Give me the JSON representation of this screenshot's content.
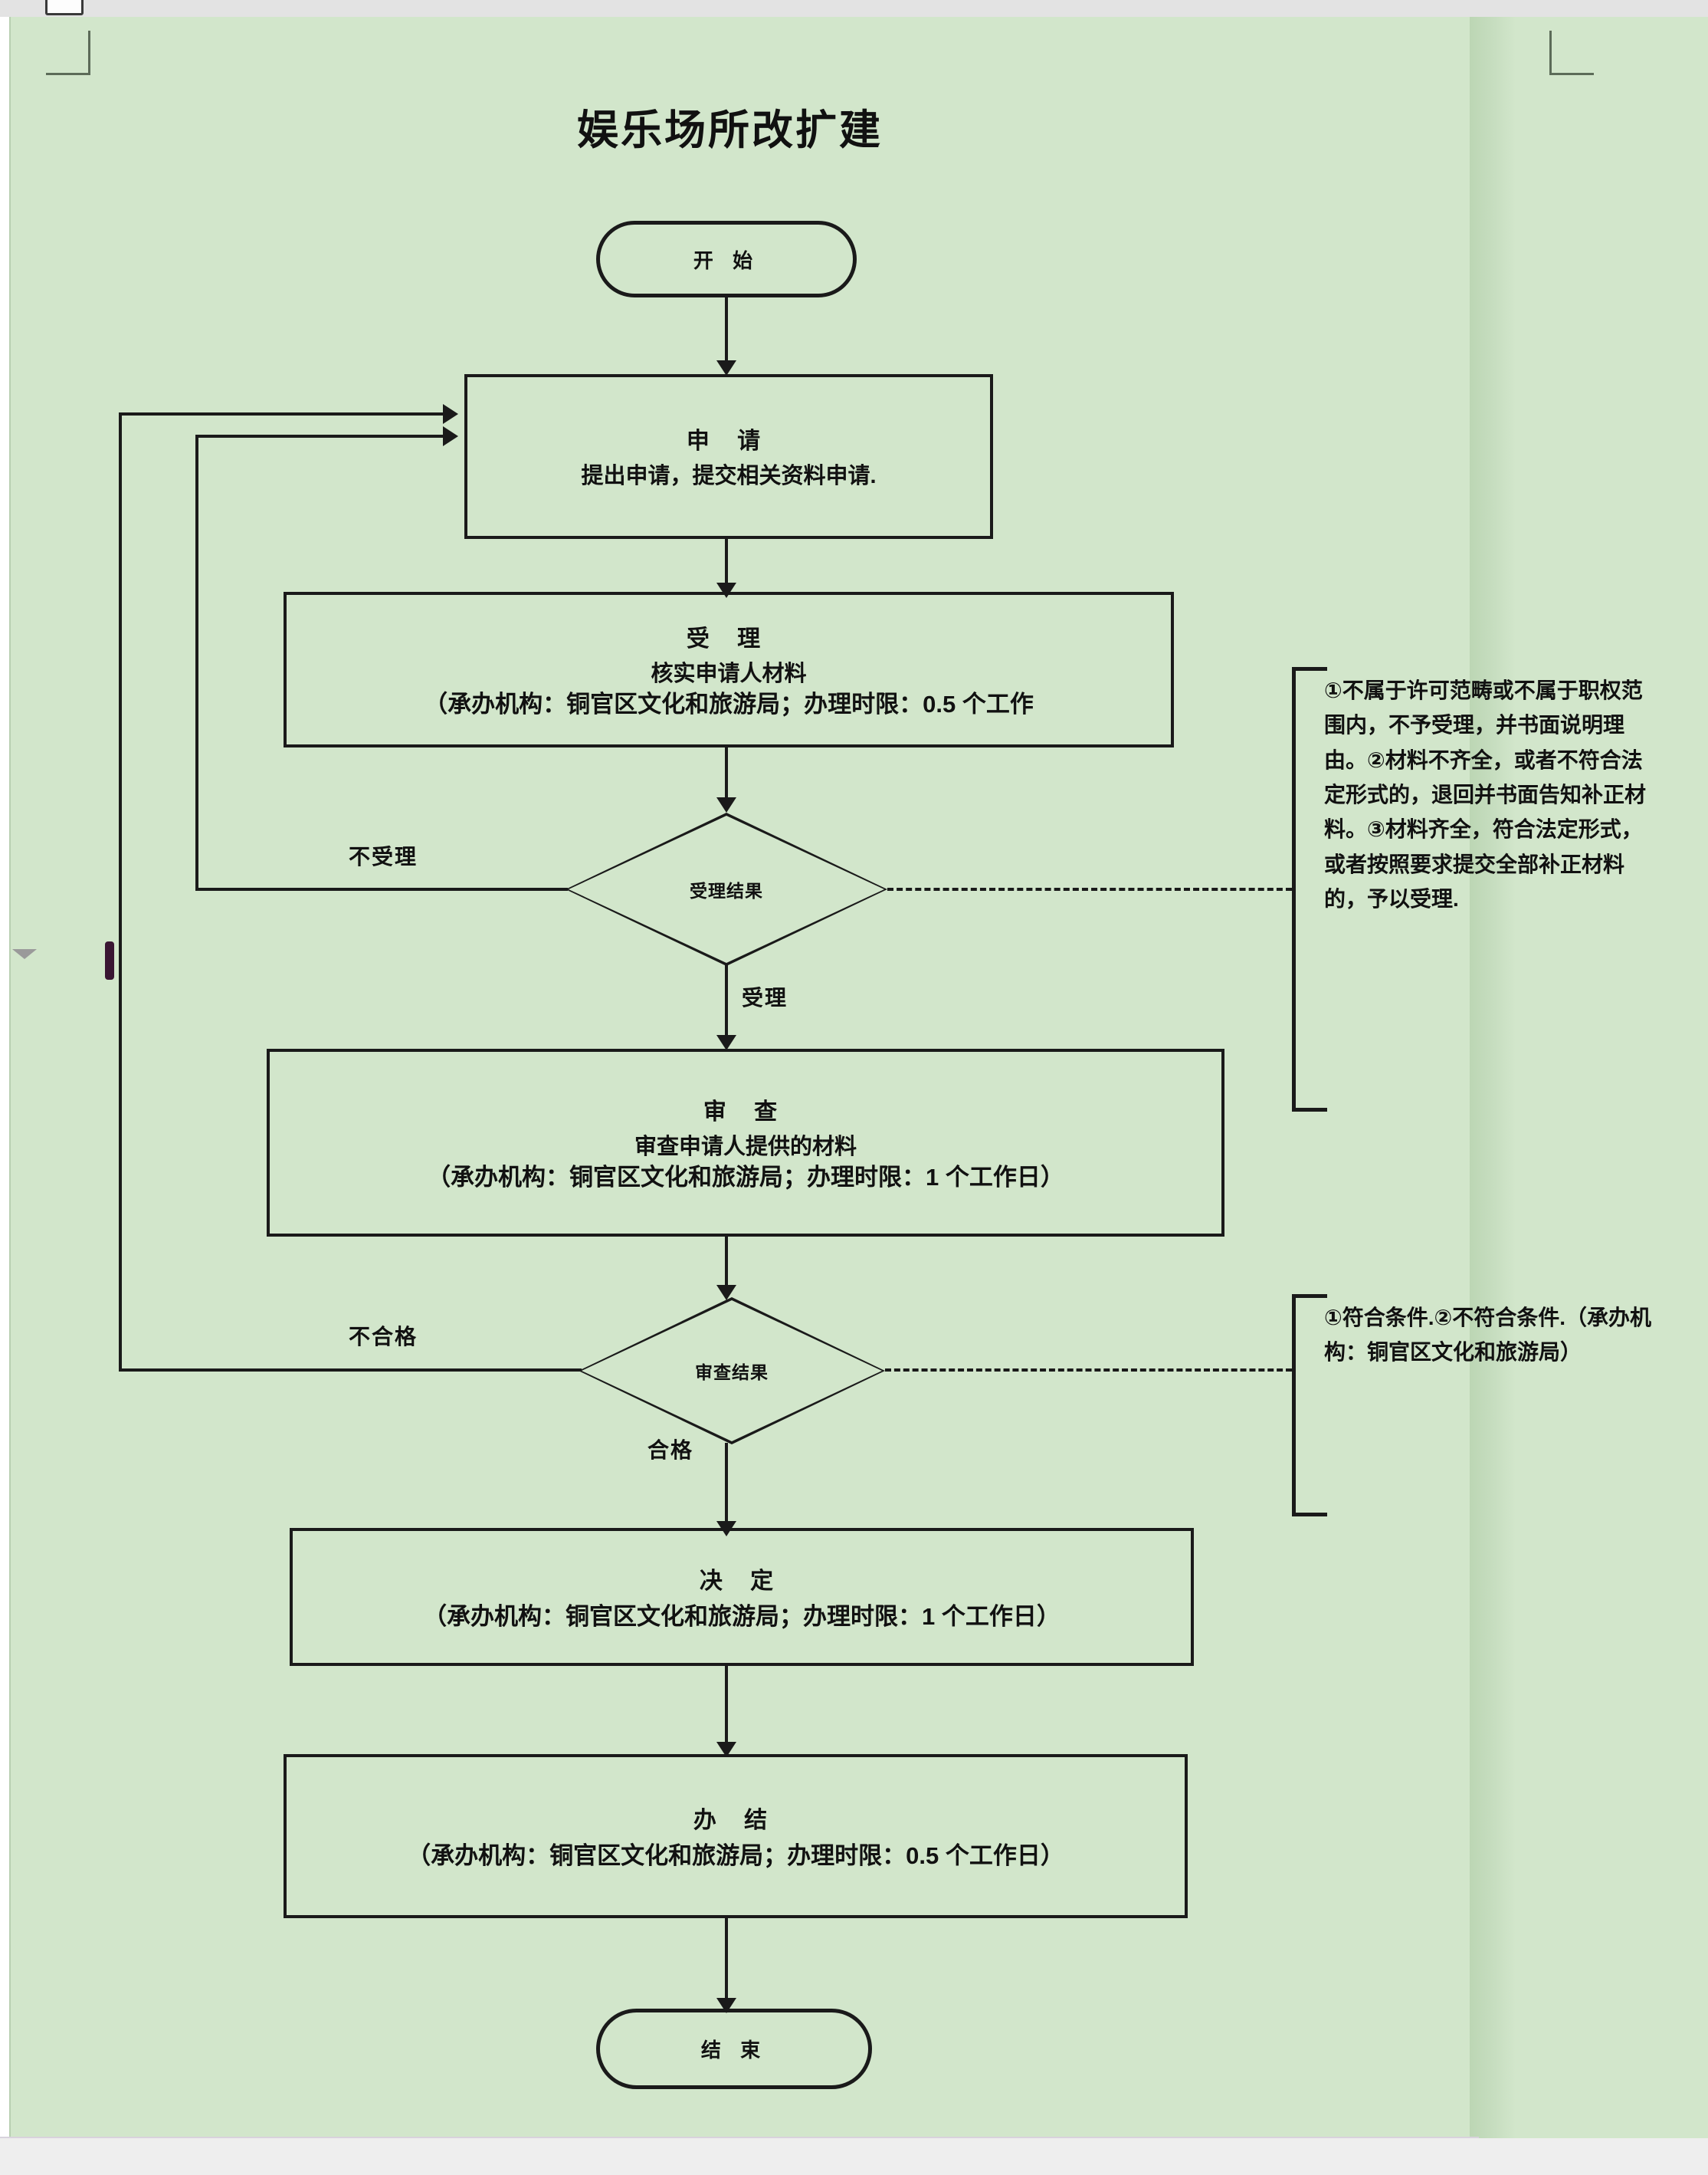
{
  "document": {
    "title": "娱乐场所改扩建",
    "page_bg": "#d2e6cb",
    "ink": "#1a1a1a"
  },
  "flow": {
    "start": {
      "label": "开 始"
    },
    "apply": {
      "head": "申   请",
      "sub": "提出申请，提交相关资料申请."
    },
    "accept": {
      "head": "受   理",
      "sub": "核实申请人材料",
      "meta": "（承办机构：铜官区文化和旅游局；办理时限：0.5 个工作"
    },
    "accept_decision": {
      "label": "受理结果"
    },
    "review": {
      "head": "审   查",
      "sub": "审查申请人提供的材料",
      "meta": "（承办机构：铜官区文化和旅游局；办理时限：1 个工作日）"
    },
    "review_decision": {
      "label": "审查结果"
    },
    "decide": {
      "head": "决  定",
      "meta": "（承办机构：铜官区文化和旅游局；办理时限：1 个工作日）"
    },
    "complete": {
      "head": "办  结",
      "meta": "（承办机构：铜官区文化和旅游局；办理时限：0.5 个工作日）"
    },
    "end": {
      "label": "结  束"
    }
  },
  "edge_labels": {
    "not_accepted": "不受理",
    "accepted": "受理",
    "not_qualified": "不合格",
    "qualified": "合格"
  },
  "notes": {
    "accept_note": "①不属于许可范畴或不属于职权范围内，不予受理，并书面说明理由。②材料不齐全，或者不符合法定形式的，退回并书面告知补正材料。③材料齐全，符合法定形式，或者按照要求提交全部补正材料的，予以受理.",
    "review_note": "①符合条件.②不符合条件.（承办机构：铜官区文化和旅游局）"
  }
}
